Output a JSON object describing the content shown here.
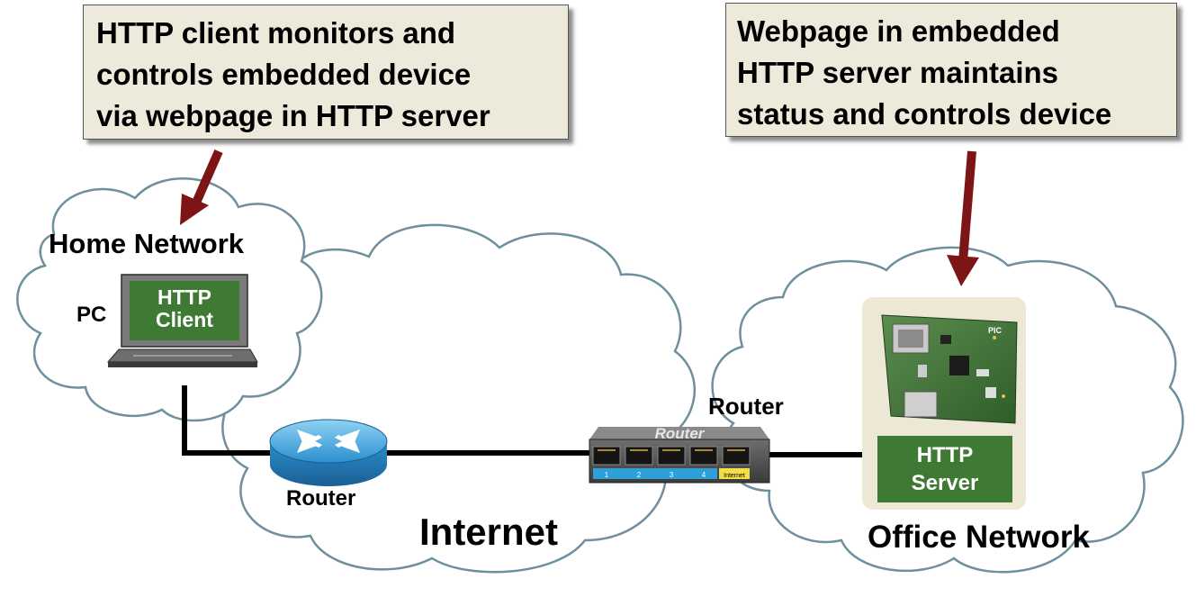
{
  "callouts": {
    "left": {
      "lines": [
        "HTTP client monitors and",
        "controls embedded device",
        "via webpage in HTTP server"
      ]
    },
    "right": {
      "lines": [
        "Webpage in embedded",
        "HTTP server maintains",
        "status and controls device"
      ]
    }
  },
  "clouds": {
    "home": "Home Network",
    "internet": "Internet",
    "office": "Office Network"
  },
  "devices": {
    "pc_label": "PC",
    "client_line1": "HTTP",
    "client_line2": "Client",
    "server_line1": "HTTP",
    "server_line2": "Server",
    "router_left_label": "Router",
    "router_right_label": "Router",
    "switch_brand": "Router",
    "switch_ports": [
      "1",
      "2",
      "3",
      "4"
    ],
    "switch_internet_port": "Internet",
    "board_brand": "PIC"
  },
  "colors": {
    "arrow": "#7d1416",
    "cloud_stroke": "#6e8f9e",
    "screen_green": "#3f7a35",
    "router_blue": "#2f9fd8",
    "callout_bg": "#eeeadb"
  }
}
